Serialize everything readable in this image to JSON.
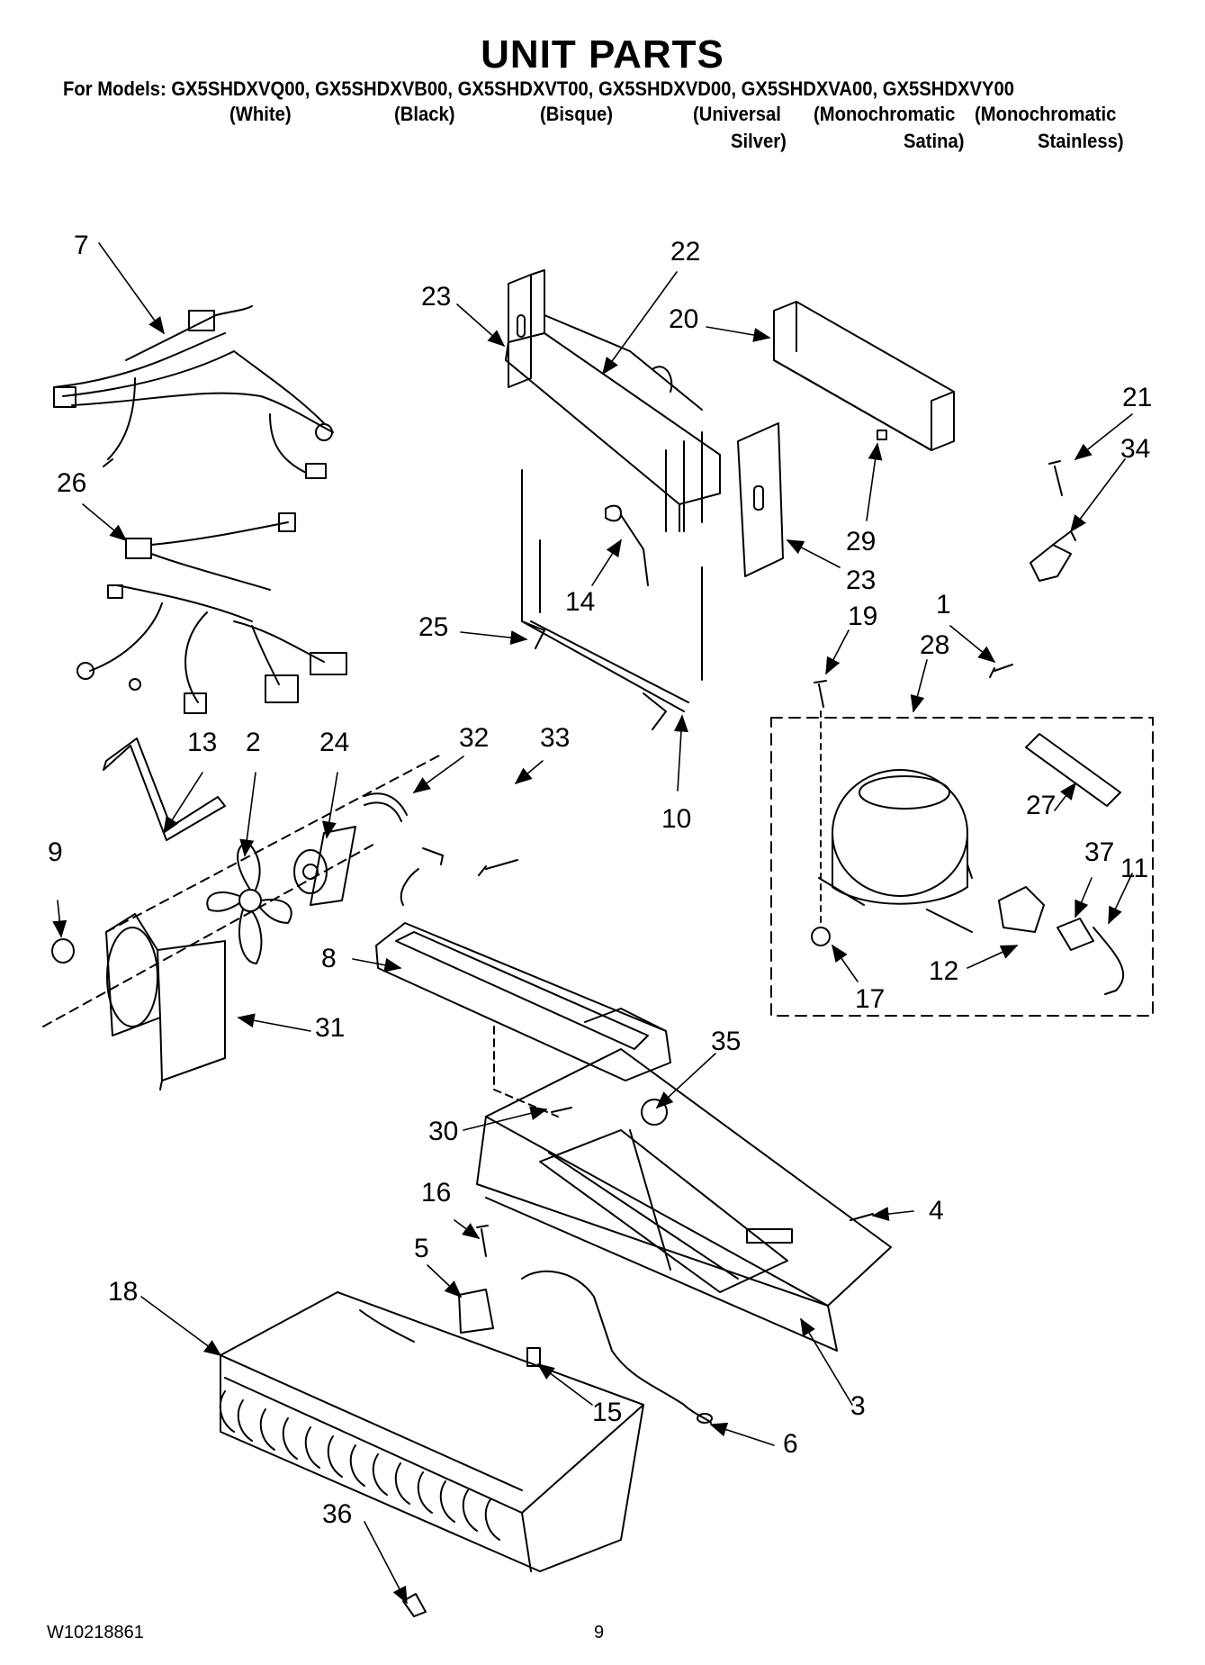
{
  "header": {
    "title": "UNIT PARTS",
    "models_line": "For Models: GX5SHDXVQ00, GX5SHDXVB00, GX5SHDXVT00, GX5SHDXVD00, GX5SHDXVA00, GX5SHDXVY00",
    "variants": [
      {
        "line1": "(White)",
        "line2": ""
      },
      {
        "line1": "(Black)",
        "line2": ""
      },
      {
        "line1": "(Bisque)",
        "line2": ""
      },
      {
        "line1": "(Universal",
        "line2": "Silver)"
      },
      {
        "line1": "(Monochromatic",
        "line2": "Satina)"
      },
      {
        "line1": "(Monochromatic",
        "line2": "Stainless)"
      }
    ]
  },
  "callouts": [
    "7",
    "26",
    "13",
    "2",
    "24",
    "32",
    "33",
    "9",
    "31",
    "23",
    "22",
    "20",
    "21",
    "34",
    "29",
    "23",
    "14",
    "25",
    "10",
    "19",
    "1",
    "28",
    "27",
    "37",
    "11",
    "12",
    "17",
    "8",
    "35",
    "30",
    "16",
    "4",
    "5",
    "18",
    "15",
    "3",
    "6",
    "36"
  ],
  "footer": {
    "doc_code": "W10218861",
    "page_number": "9"
  }
}
